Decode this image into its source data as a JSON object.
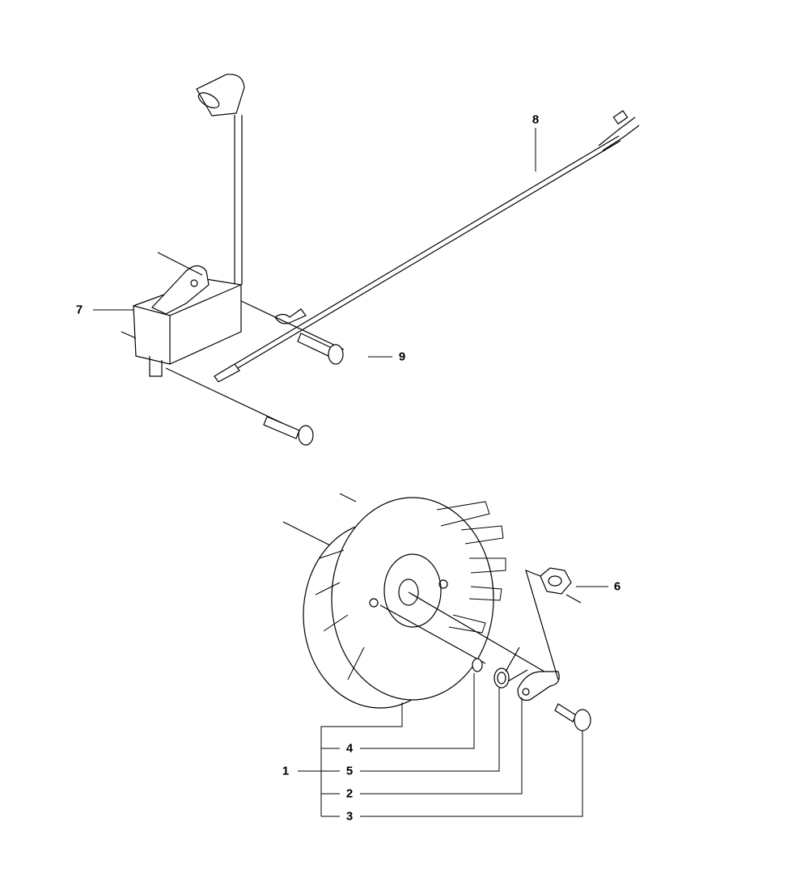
{
  "diagram": {
    "callouts": [
      {
        "id": "callout-1",
        "number": "1"
      },
      {
        "id": "callout-2",
        "number": "2"
      },
      {
        "id": "callout-3",
        "number": "3"
      },
      {
        "id": "callout-4",
        "number": "4"
      },
      {
        "id": "callout-5",
        "number": "5"
      },
      {
        "id": "callout-6",
        "number": "6"
      },
      {
        "id": "callout-7",
        "number": "7"
      },
      {
        "id": "callout-8",
        "number": "8"
      },
      {
        "id": "callout-9",
        "number": "9"
      }
    ]
  },
  "colors": {
    "line": "#000000",
    "background": "#ffffff"
  }
}
